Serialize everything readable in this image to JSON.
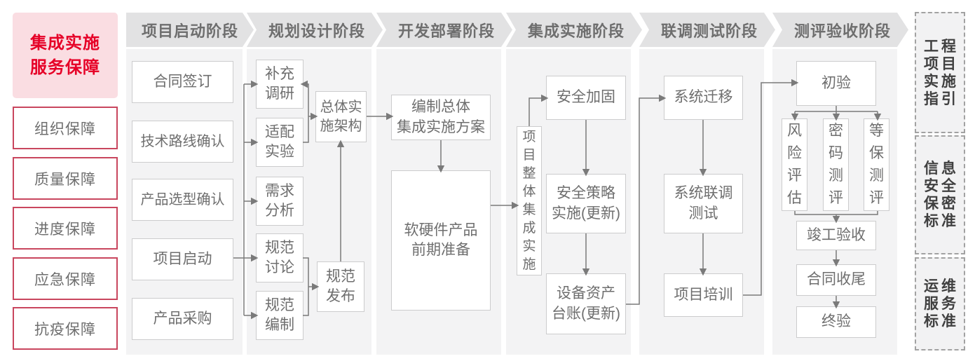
{
  "sidebar": {
    "header": "集成实施\n服务保障",
    "items": [
      "组织保障",
      "质量保障",
      "进度保障",
      "应急保障",
      "抗疫保障"
    ]
  },
  "phases": [
    {
      "label": "项目启动阶段",
      "steps": [
        "合同签订",
        "技术路线确认",
        "产品选型确认",
        "项目启动",
        "产品采购"
      ]
    },
    {
      "label": "规划设计阶段",
      "steps": [
        "补充\n调研",
        "适配\n实验",
        "需求\n分析",
        "规范\n讨论",
        "规范\n编制",
        "总体实\n施架构",
        "规范\n发布"
      ]
    },
    {
      "label": "开发部署阶段",
      "steps": [
        "编制总体\n集成实施方案",
        "软硬件产品\n前期准备"
      ]
    },
    {
      "label": "集成实施阶段",
      "steps": [
        "项目整体集成实施",
        "安全加固",
        "安全策略\n实施(更新)",
        "设备资产\n台账(更新)"
      ]
    },
    {
      "label": "联调测试阶段",
      "steps": [
        "系统迁移",
        "系统联调\n测试",
        "项目培训"
      ]
    },
    {
      "label": "测评验收阶段",
      "steps": [
        "初验",
        "风险评估",
        "密码测评",
        "等保测评",
        "竣工验收",
        "合同收尾",
        "终验"
      ]
    }
  ],
  "standards": [
    {
      "lines": [
        "工程",
        "项目",
        "实施",
        "指引"
      ]
    },
    {
      "lines": [
        "信息",
        "安全",
        "保密",
        "标准"
      ]
    },
    {
      "lines": [
        "运维",
        "服务",
        "标准"
      ]
    }
  ],
  "colors": {
    "accent_red": "#e60027",
    "pink_bg": "#fadde2",
    "red_border": "#c9465e",
    "header_bg": "#e2e2e3",
    "panel_bg": "#f3f3f4",
    "box_border": "#cccccd",
    "text_gray": "#6e6e6e",
    "connector": "#7a7a7a"
  }
}
